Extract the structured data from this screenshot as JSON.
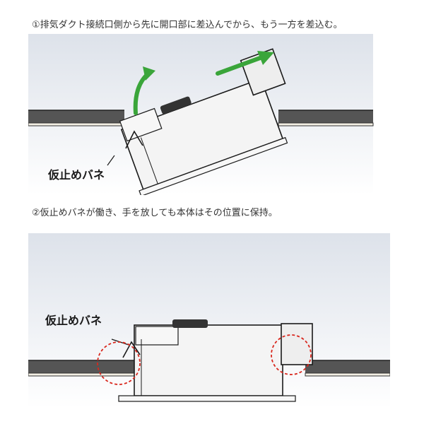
{
  "steps": [
    {
      "caption": "①排気ダクト接続口側から先に開口部に差込んでから、もう一方を差込む。",
      "label": "仮止めバネ"
    },
    {
      "caption": "②仮止めバネが働き、手を放しても本体はその位置に保持。",
      "label": "仮止めバネ"
    }
  ],
  "colors": {
    "arrow": "#3aa53a",
    "highlight": "#d9281e",
    "ceiling": "#555555",
    "body": "#f4f4f4",
    "outline": "#1a1a1a",
    "background_top": "#dde2ea",
    "background_bottom": "#ffffff"
  },
  "icons": [
    "curved-arrow-icon",
    "straight-arrow-icon"
  ]
}
